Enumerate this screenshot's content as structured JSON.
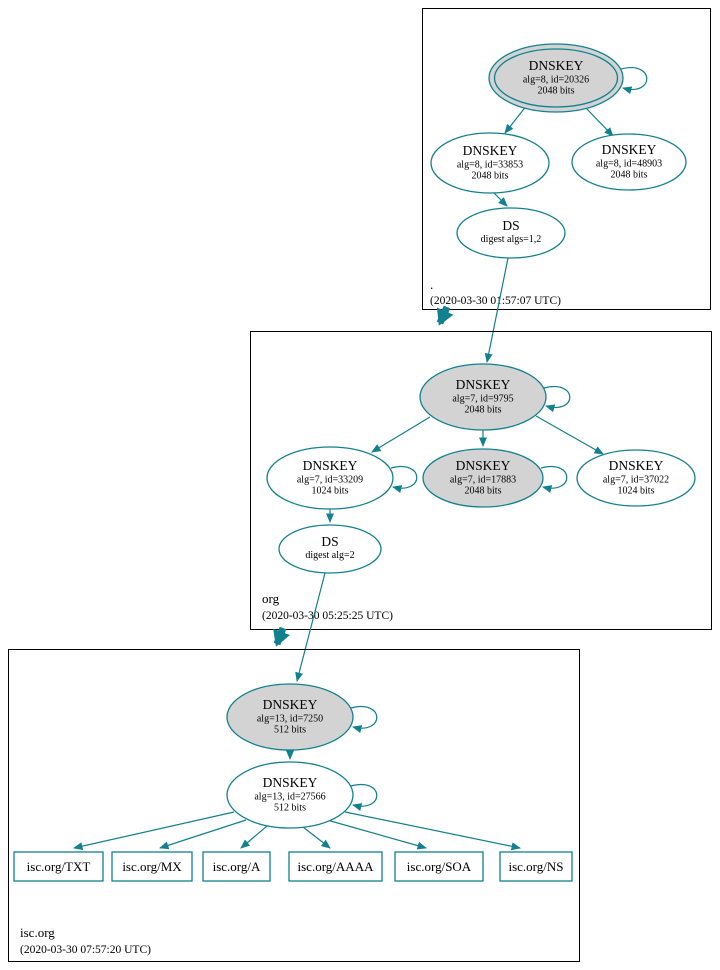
{
  "colors": {
    "edge": "#12818f",
    "node_gray": "#d3d3d3",
    "node_white": "#ffffff",
    "text": "#000000"
  },
  "zones": {
    "root": {
      "label": ".",
      "timestamp": "(2020-03-30 01:57:07 UTC)",
      "ksk": {
        "type": "DNSKEY",
        "detail": "alg=8, id=20326",
        "bits": "2048 bits"
      },
      "zsk_left": {
        "type": "DNSKEY",
        "detail": "alg=8, id=33853",
        "bits": "2048 bits"
      },
      "zsk_right": {
        "type": "DNSKEY",
        "detail": "alg=8, id=48903",
        "bits": "2048 bits"
      },
      "ds": {
        "type": "DS",
        "detail": "digest algs=1,2"
      }
    },
    "org": {
      "label": "org",
      "timestamp": "(2020-03-30 05:25:25 UTC)",
      "ksk": {
        "type": "DNSKEY",
        "detail": "alg=7, id=9795",
        "bits": "2048 bits"
      },
      "zsk_left": {
        "type": "DNSKEY",
        "detail": "alg=7, id=33209",
        "bits": "1024 bits"
      },
      "zsk_mid": {
        "type": "DNSKEY",
        "detail": "alg=7, id=17883",
        "bits": "2048 bits"
      },
      "zsk_right": {
        "type": "DNSKEY",
        "detail": "alg=7, id=37022",
        "bits": "1024 bits"
      },
      "ds": {
        "type": "DS",
        "detail": "digest alg=2"
      }
    },
    "isc": {
      "label": "isc.org",
      "timestamp": "(2020-03-30 07:57:20 UTC)",
      "ksk": {
        "type": "DNSKEY",
        "detail": "alg=13, id=7250",
        "bits": "512 bits"
      },
      "zsk": {
        "type": "DNSKEY",
        "detail": "alg=13, id=27566",
        "bits": "512 bits"
      },
      "records": [
        "isc.org/TXT",
        "isc.org/MX",
        "isc.org/A",
        "isc.org/AAAA",
        "isc.org/SOA",
        "isc.org/NS"
      ]
    }
  }
}
